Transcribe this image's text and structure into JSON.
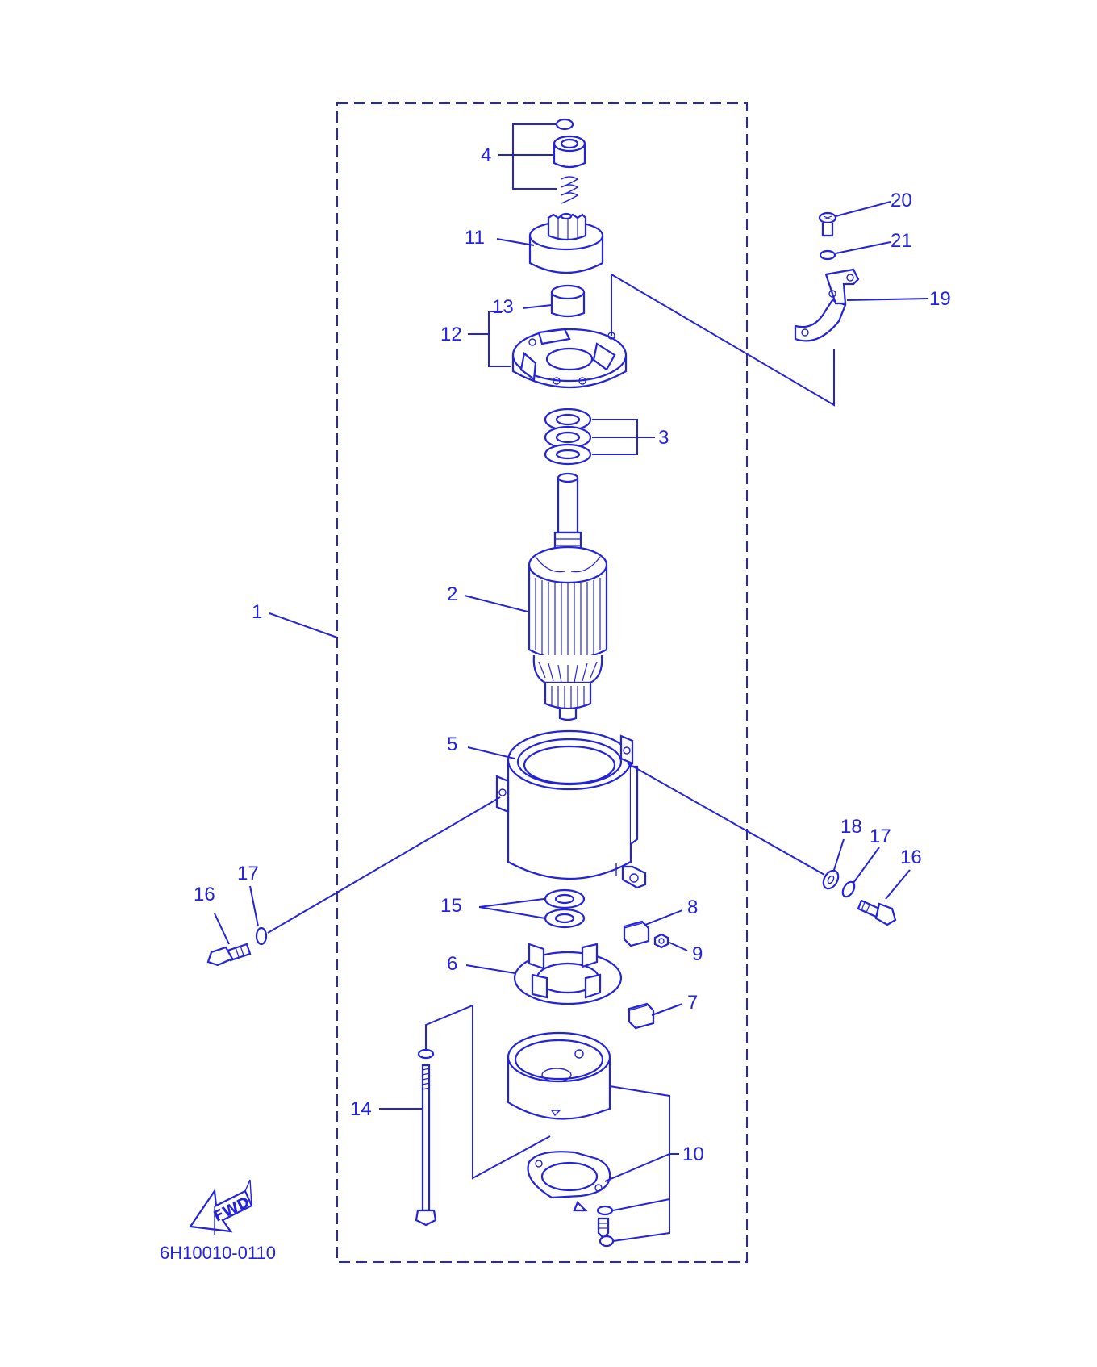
{
  "diagram": {
    "part_code": "6H10010-0110",
    "fwd_label": "FWD",
    "callouts": [
      "1",
      "2",
      "3",
      "4",
      "5",
      "6",
      "7",
      "8",
      "9",
      "10",
      "11",
      "12",
      "13",
      "14",
      "15",
      "16",
      "17",
      "18",
      "19",
      "20",
      "21",
      "16",
      "17"
    ],
    "color": "#2323dc"
  }
}
